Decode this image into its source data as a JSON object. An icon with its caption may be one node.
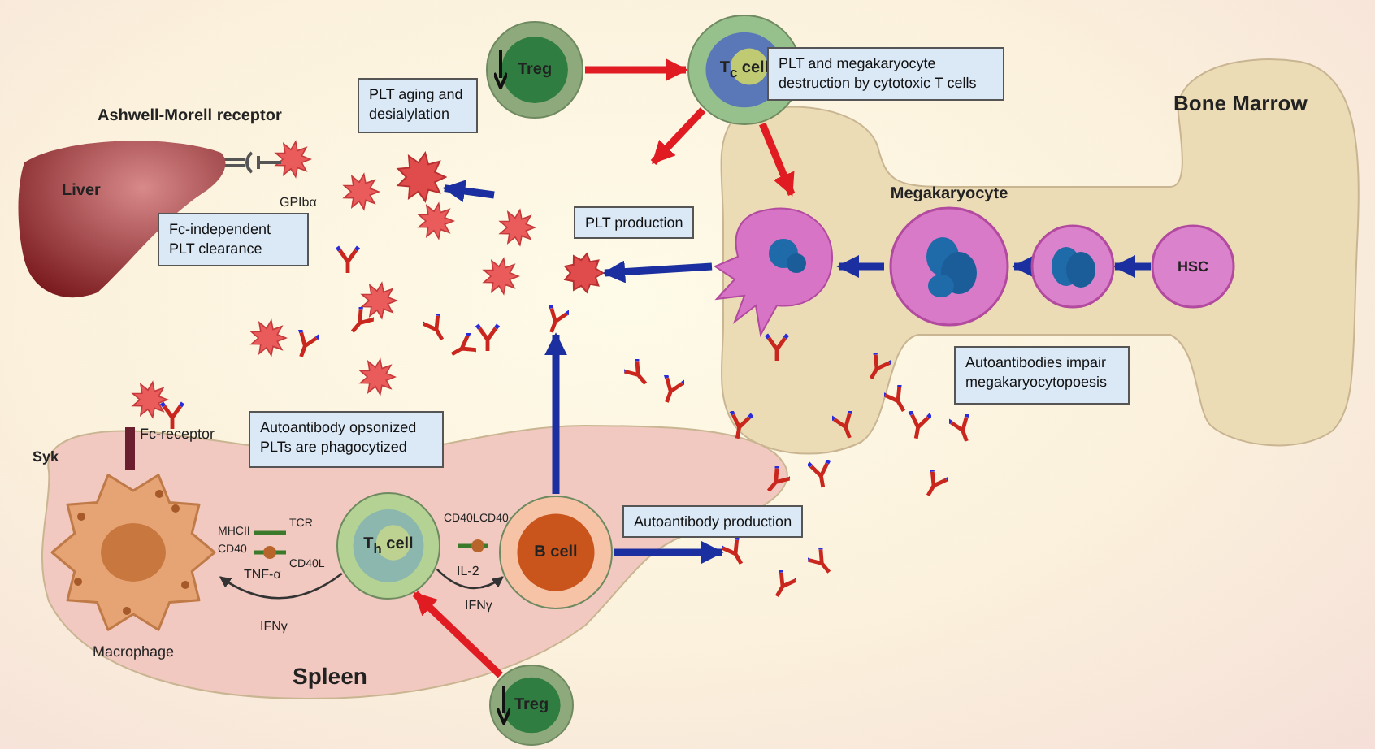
{
  "diagram": {
    "nodes": [
      {
        "text": [
          "Treg"
        ]
      },
      {
        "text": [
          "T$_{c}$ cell"
        ]
      },
      {
        "text": [
          "PLT aging and desialylation"
        ]
      },
      {
        "text": [
          "PLT and megakaryocyte destruction by cytotoxic T cells"
        ]
      },
      {
        "text": [
          "Bone Marrow"
        ]
      },
      {
        "text": [
          "Liver"
        ]
      },
      {
        "text": [],
        "shape": "picture"
      },
      {
        "text": [
          "Fc-independent PLT clearance"
        ]
      },
      {
        "text": [],
        "shape": "picture",
        "in": 4
      },
      {
        "text": [
          "Megakaryocyte"
        ],
        "in": 4
      },
      {
        "text": [],
        "shape": "picture",
        "in": 4
      },
      {
        "text": [
          "HSC"
        ],
        "in": 4
      },
      {
        "text": [
          "Autoantibodies impair megakaryocytopoesis"
        ]
      },
      {
        "text": [
          "Autoantibody opsonized PLTs are phagocytized"
        ]
      },
      {
        "text": [
          "Spleen"
        ]
      },
      {
        "text": [
          "Macrophage"
        ],
        "in": 14,
        "beside": [
          "MHCII",
          "CD40"
        ]
      },
      {
        "text": [
          "T$_{h}$ cell"
        ],
        "in": 14
      },
      {
        "text": [
          "B cell"
        ],
        "in": 14
      },
      {
        "text": [
          "Treg"
        ]
      },
      {
        "text": [],
        "shape": "picture"
      },
      {
        "text": [],
        "shape": "picture"
      },
      {
        "text": [],
        "shape": "picture"
      }
    ],
    "edges": [
      {
        "from": 0,
        "to": 1,
        "arrow": "to",
        "color": "#e01b22"
      },
      {
        "from": 1,
        "to": null,
        "arrow": "to",
        "color": "#e01b22"
      },
      {
        "from": 1,
        "to": 8,
        "arrow": "to",
        "color": "#e01b22"
      },
      {
        "from": 11,
        "to": 10,
        "arrow": "to"
      },
      {
        "from": 10,
        "to": 9,
        "arrow": "to"
      },
      {
        "from": 9,
        "to": 8,
        "arrow": "to"
      },
      {
        "from": 8,
        "to": 19,
        "arrow": "to",
        "label": "PLT production"
      },
      {
        "from": null,
        "to": 6,
        "arrow": "to"
      },
      {
        "from": 18,
        "to": 16,
        "arrow": "to",
        "color": "#e01b22"
      },
      {
        "from": 17,
        "to": 20,
        "arrow": "to"
      },
      {
        "from": 17,
        "to": 21,
        "arrow": "to",
        "label": "Autoantibody production"
      },
      {
        "from": 16,
        "to": 15,
        "arrow": "to",
        "color": "#333333"
      },
      {
        "from": 16,
        "to": 17,
        "arrow": "to",
        "color": "#333333"
      }
    ],
    "labels": [
      "Ashwell-Morell receptor",
      "GPIbα",
      "Syk",
      "Fc-receptor",
      "TCR",
      "CD40L",
      "CD40L",
      "CD40",
      "TNF-α",
      "IFNγ",
      "IL-2",
      "IFNγ"
    ]
  }
}
